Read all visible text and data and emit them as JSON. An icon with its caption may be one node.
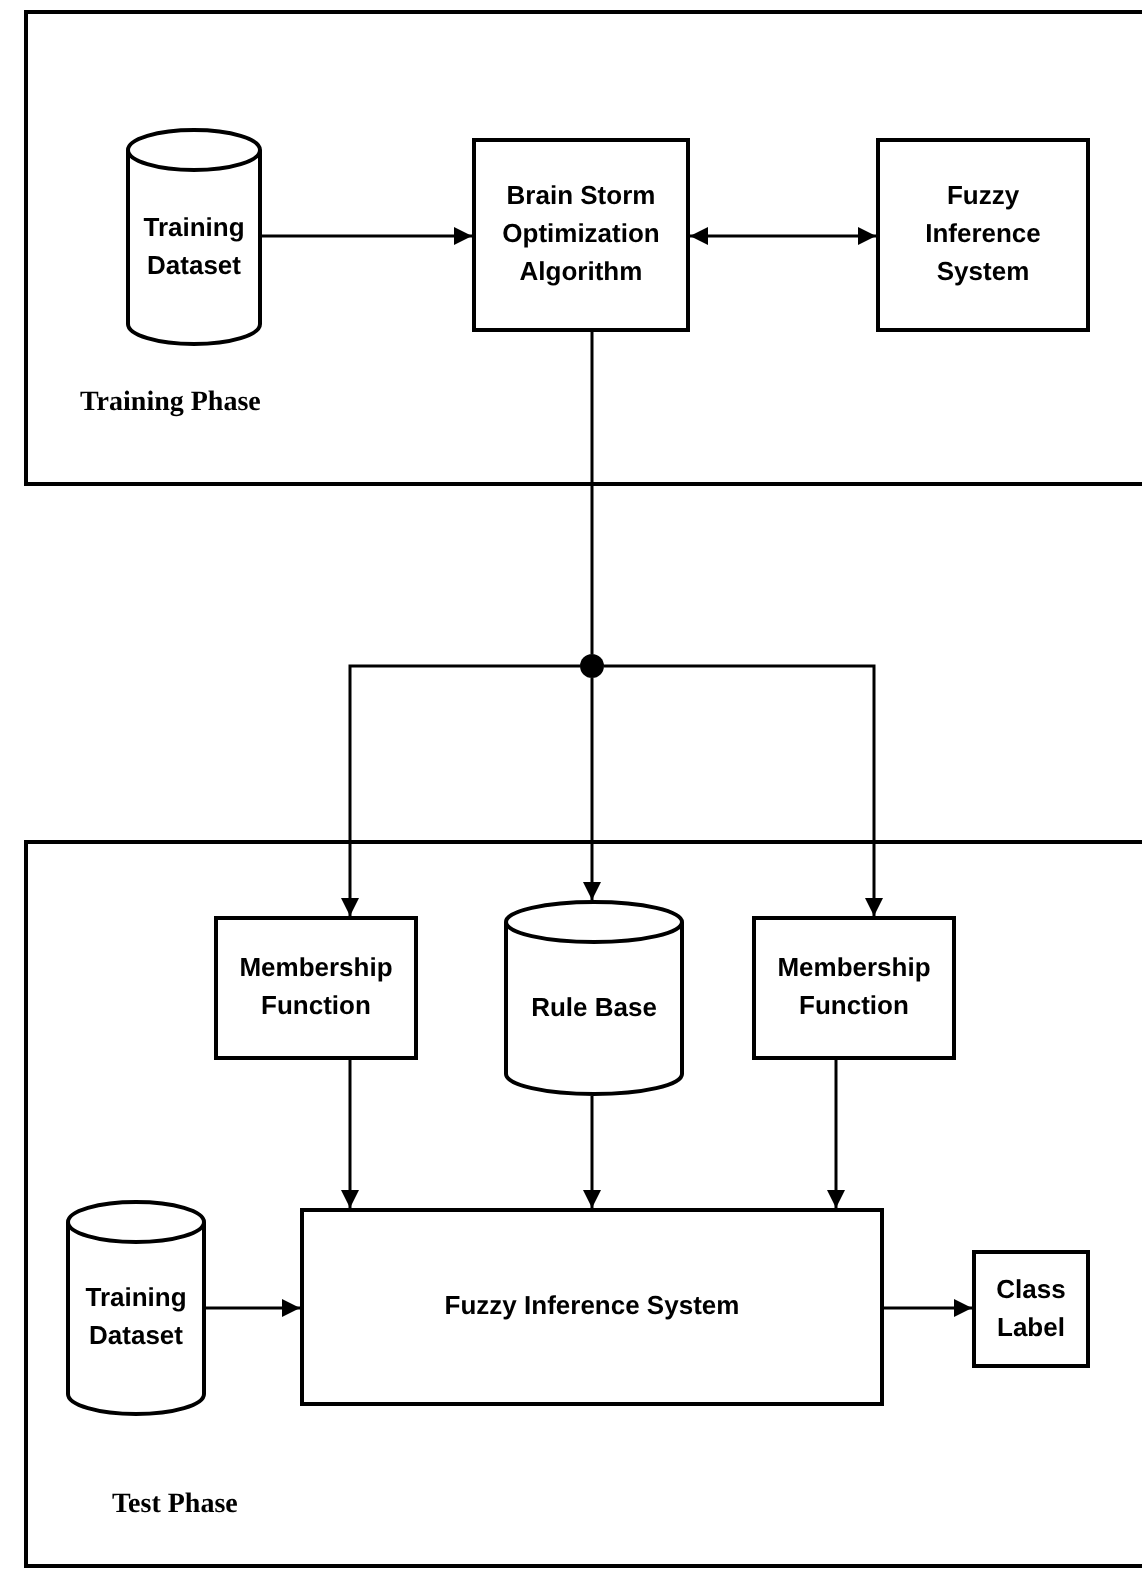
{
  "diagram": {
    "nodes": [
      {
        "text": [
          "Training Phase"
        ]
      },
      {
        "text": [
          "Training Dataset"
        ],
        "in": 0
      },
      {
        "text": [
          "Brain Storm Optimization Algorithm"
        ],
        "in": 0
      },
      {
        "text": [
          "Fuzzy Inference System"
        ],
        "in": 0
      },
      {
        "text": [],
        "shape": "circle"
      },
      {
        "text": [
          "Test Phase"
        ]
      },
      {
        "text": [
          "Membership Function"
        ],
        "in": 5
      },
      {
        "text": [
          "Rule Base"
        ],
        "in": 5
      },
      {
        "text": [
          "Membership Function"
        ],
        "in": 5
      },
      {
        "text": [
          "Training Dataset"
        ],
        "in": 5
      },
      {
        "text": [
          "Fuzzy Inference System"
        ],
        "in": 5
      },
      {
        "text": [
          "Class Label"
        ],
        "in": 5
      }
    ],
    "edges": [
      {
        "from": 1,
        "to": 2,
        "arrow": "to"
      },
      {
        "from": 2,
        "to": 3,
        "arrow": "both"
      },
      {
        "from": 2,
        "to": 4,
        "arrow": "none"
      },
      {
        "from": 4,
        "to": 6,
        "arrow": "to"
      },
      {
        "from": 4,
        "to": 7,
        "arrow": "to"
      },
      {
        "from": 4,
        "to": 8,
        "arrow": "to"
      },
      {
        "from": 6,
        "to": 10,
        "arrow": "to"
      },
      {
        "from": 7,
        "to": 10,
        "arrow": "to"
      },
      {
        "from": 8,
        "to": 10,
        "arrow": "to"
      },
      {
        "from": 9,
        "to": 10,
        "arrow": "to"
      },
      {
        "from": 10,
        "to": 11,
        "arrow": "to"
      }
    ]
  }
}
